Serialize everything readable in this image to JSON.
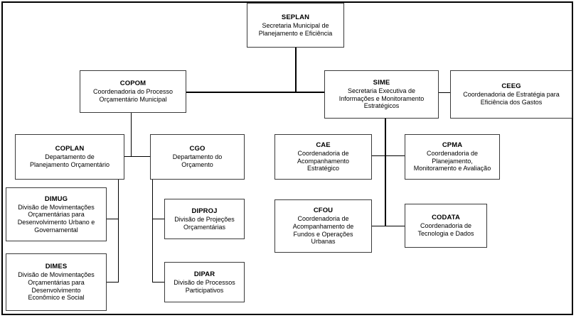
{
  "diagram": {
    "title": "Organograma SEPLAN",
    "type": "organizational-chart",
    "background_color": "#ffffff",
    "line_color": "#000000",
    "box_border_color": "#3a3a3a",
    "frame_border_color": "#000000"
  },
  "nodes": {
    "seplan": {
      "code": "SEPLAN",
      "desc": "Secretaria Municipal de\nPlanejamento e Eficiência",
      "level": "secretaria"
    },
    "copom": {
      "code": "COPOM",
      "desc": "Coordenadoria do Processo\nOrçamentário Municipal",
      "level": "coordenadoria"
    },
    "sime": {
      "code": "SIME",
      "desc": "Secretaria Executiva de\nInformações e Monitoramento\nEstratégicos",
      "level": "secretaria-executiva"
    },
    "ceeg": {
      "code": "CEEG",
      "desc": "Coordenadoria de Estratégia para\nEficiência dos Gastos",
      "level": "coordenadoria"
    },
    "coplan": {
      "code": "COPLAN",
      "desc": "Departamento de\nPlanejamento Orçamentário",
      "level": "departamento"
    },
    "cgo": {
      "code": "CGO",
      "desc": "Departamento do\nOrçamento",
      "level": "departamento"
    },
    "cae": {
      "code": "CAE",
      "desc": "Coordenadoria de\nAcompanhamento\nEstratégico",
      "level": "coordenadoria"
    },
    "cpma": {
      "code": "CPMA",
      "desc": "Coordenadoria de\nPlanejamento,\nMonitoramento e Avaliação",
      "level": "coordenadoria"
    },
    "dimug": {
      "code": "DIMUG",
      "desc": "Divisão de Movimentações\nOrçamentárias para\nDesenvolvimento Urbano e\nGovernamental",
      "level": "divisao"
    },
    "dimes": {
      "code": "DIMES",
      "desc": "Divisão de Movimentações\nOrçamentárias para\nDesenvolvimento\nEconômico e Social",
      "level": "divisao"
    },
    "diproj": {
      "code": "DIPROJ",
      "desc": "Divisão de Projeções\nOrçamentárias",
      "level": "divisao"
    },
    "dipar": {
      "code": "DIPAR",
      "desc": "Divisão de Processos\nParticipativos",
      "level": "divisao"
    },
    "cfou": {
      "code": "CFOU",
      "desc": "Coordenadoria de\nAcompanhamento de\nFundos e Operações\nUrbanas",
      "level": "coordenadoria"
    },
    "codata": {
      "code": "CODATA",
      "desc": "Coordenadoria de\nTecnologia e Dados",
      "level": "coordenadoria"
    }
  },
  "relations": [
    {
      "parent": "seplan",
      "child": "copom"
    },
    {
      "parent": "seplan",
      "child": "sime"
    },
    {
      "parent": "sime",
      "child": "ceeg"
    },
    {
      "parent": "copom",
      "child": "coplan"
    },
    {
      "parent": "copom",
      "child": "cgo"
    },
    {
      "parent": "coplan",
      "child": "dimug"
    },
    {
      "parent": "coplan",
      "child": "dimes"
    },
    {
      "parent": "cgo",
      "child": "diproj"
    },
    {
      "parent": "cgo",
      "child": "dipar"
    },
    {
      "parent": "sime",
      "child": "cae"
    },
    {
      "parent": "sime",
      "child": "cpma"
    },
    {
      "parent": "sime",
      "child": "cfou"
    },
    {
      "parent": "sime",
      "child": "codata"
    }
  ]
}
